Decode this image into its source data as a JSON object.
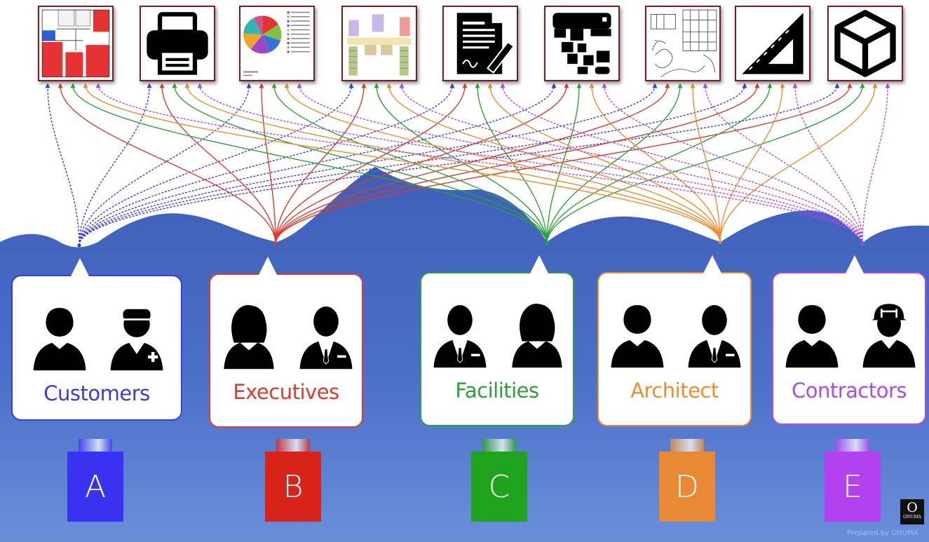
{
  "diagram": {
    "documents": [
      {
        "icon": "floor-plan-color-icon"
      },
      {
        "icon": "printer-icon"
      },
      {
        "icon": "pie-chart-report-icon"
      },
      {
        "icon": "building-section-icon"
      },
      {
        "icon": "signed-contract-icon"
      },
      {
        "icon": "qr-code-icon"
      },
      {
        "icon": "sketch-plan-icon"
      },
      {
        "icon": "set-square-icon"
      },
      {
        "icon": "3d-cube-icon"
      }
    ],
    "groups": [
      {
        "id": "customers",
        "label": "Customers",
        "color": "#3a3ae8",
        "battery_letter": "A",
        "battery_color": "#3a32f2",
        "people": [
          "man-icon",
          "doctor-icon"
        ]
      },
      {
        "id": "executives",
        "label": "Executives",
        "color": "#e23a2a",
        "battery_letter": "B",
        "battery_color": "#d8231a",
        "people": [
          "woman-icon",
          "businessman-icon"
        ]
      },
      {
        "id": "facilities",
        "label": "Facilities",
        "color": "#2ba33a",
        "battery_letter": "C",
        "battery_color": "#1fa31f",
        "people": [
          "businessman-icon",
          "woman-icon"
        ]
      },
      {
        "id": "architect",
        "label": "Architect",
        "color": "#f08d2a",
        "battery_letter": "D",
        "battery_color": "#e88a34",
        "people": [
          "man-icon",
          "businessman-icon"
        ]
      },
      {
        "id": "contractors",
        "label": "Contractors",
        "color": "#b347ec",
        "battery_letter": "E",
        "battery_color": "#b441ef",
        "people": [
          "man-icon",
          "construction-worker-icon"
        ]
      }
    ],
    "cloud_color": "#4466c2"
  },
  "branding": {
    "logo_big": "O",
    "logo_small": "ONUMA",
    "footer_prefix": "Prepared by ",
    "footer_brand": "ONUMA"
  }
}
